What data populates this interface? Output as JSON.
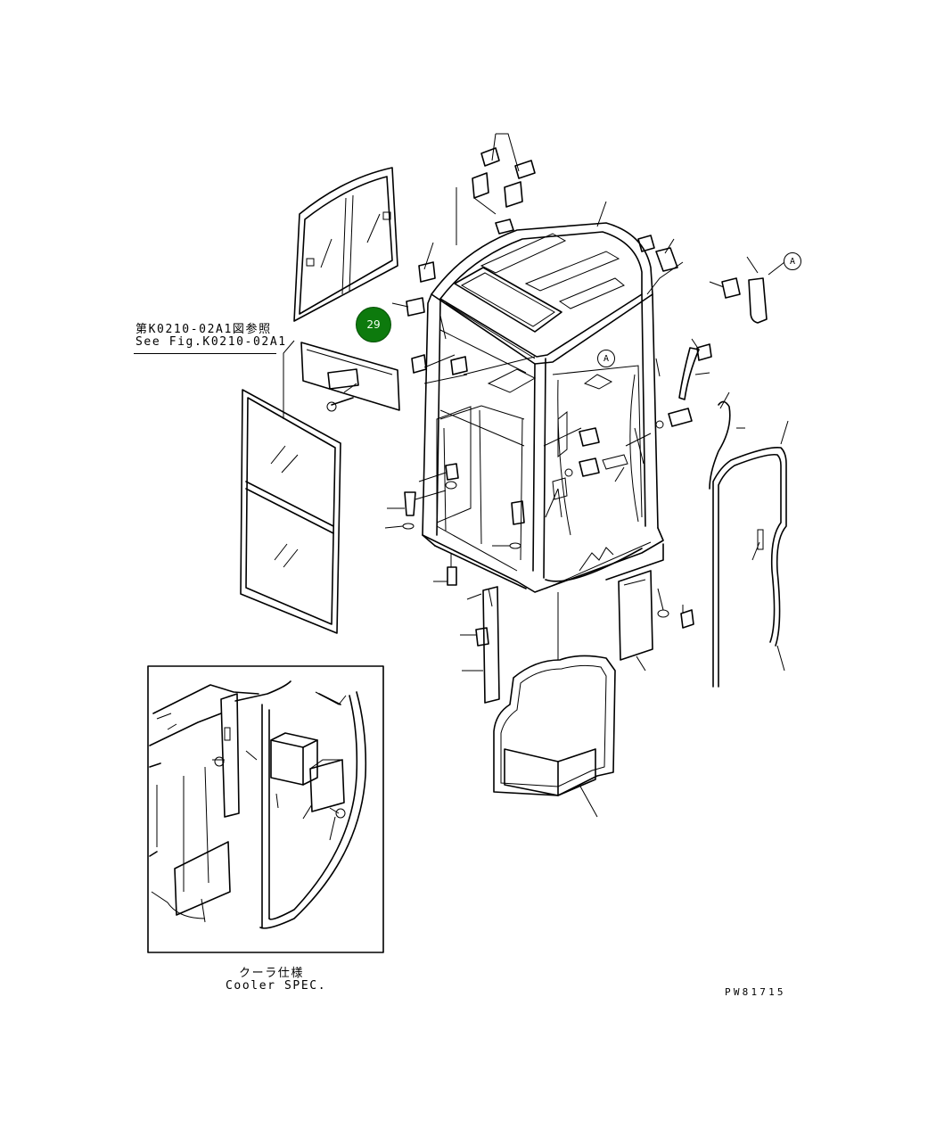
{
  "diagram": {
    "reference_label_jp": "第K0210-02A1図参照",
    "reference_label_en": "See Fig.K0210-02A1",
    "inset_caption_jp": "クーラ仕様",
    "inset_caption_en": "Cooler SPEC.",
    "drawing_number": "PW81715",
    "callout_letter": "A",
    "highlight_item": "29",
    "highlight_color": "#0d7a0d"
  }
}
